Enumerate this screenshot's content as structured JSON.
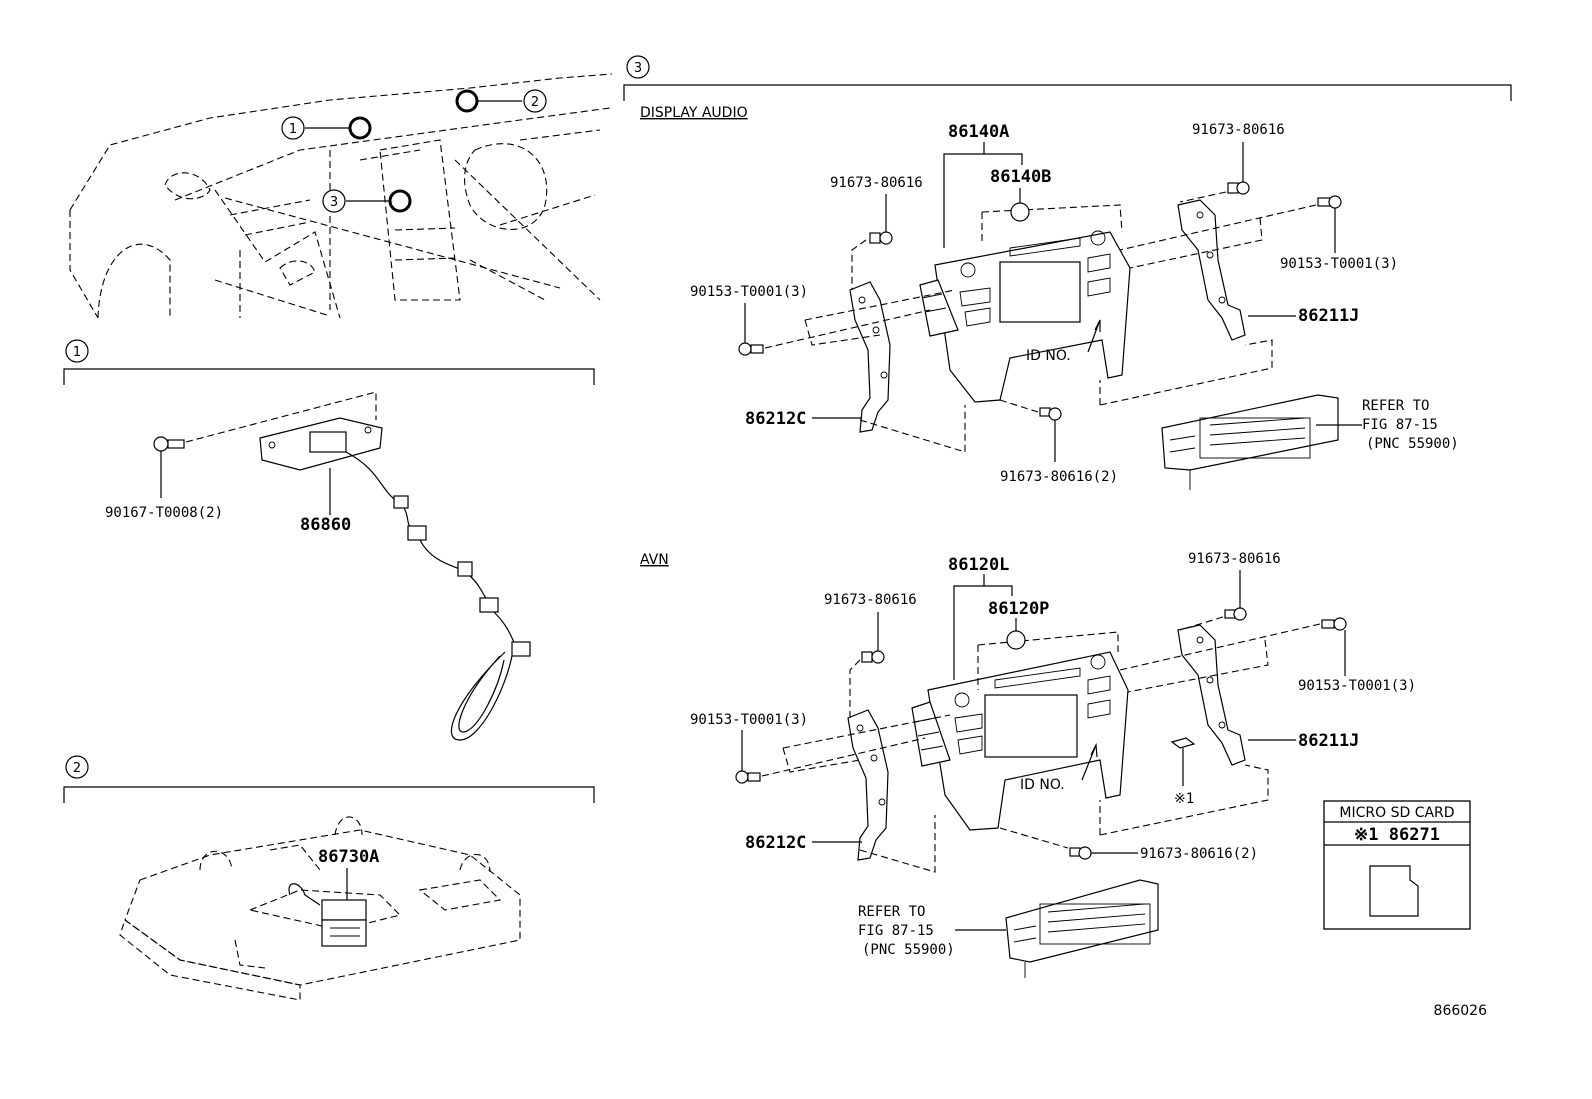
{
  "section_labels": {
    "s1": "1",
    "s2": "2",
    "s3": "3"
  },
  "overview": {
    "c1": "1",
    "c2": "2",
    "c3": "3"
  },
  "display_audio": {
    "heading": "DISPLAY AUDIO",
    "p_86140A": "86140A",
    "p_86140B": "86140B",
    "p_91673_left": "91673-80616",
    "p_91673_right": "91673-80616",
    "p_90153_left": "90153-T0001(3)",
    "p_90153_right": "90153-T0001(3)",
    "p_86211J": "86211J",
    "p_86212C": "86212C",
    "p_91673_bottom": "91673-80616(2)",
    "id_no": "ID NO.",
    "refer_1": "REFER TO",
    "refer_2": "FIG 87-15",
    "refer_3": "(PNC 55900)"
  },
  "avn": {
    "heading": "AVN",
    "p_86120L": "86120L",
    "p_86120P": "86120P",
    "p_91673_left": "91673-80616",
    "p_91673_right": "91673-80616",
    "p_90153_left": "90153-T0001(3)",
    "p_90153_right": "90153-T0001(3)",
    "p_86211J": "86211J",
    "p_86212C": "86212C",
    "p_91673_bottom": "91673-80616(2)",
    "id_no": "ID NO.",
    "ref_mark": "※1",
    "refer_1": "REFER TO",
    "refer_2": "FIG 87-15",
    "refer_3": "(PNC 55900)"
  },
  "section1": {
    "p_90167": "90167-T0008(2)",
    "p_86860": "86860"
  },
  "section2": {
    "p_86730A": "86730A"
  },
  "sd_card": {
    "title": "MICRO SD CARD",
    "part": "※1 86271"
  },
  "figure_id": "866026"
}
